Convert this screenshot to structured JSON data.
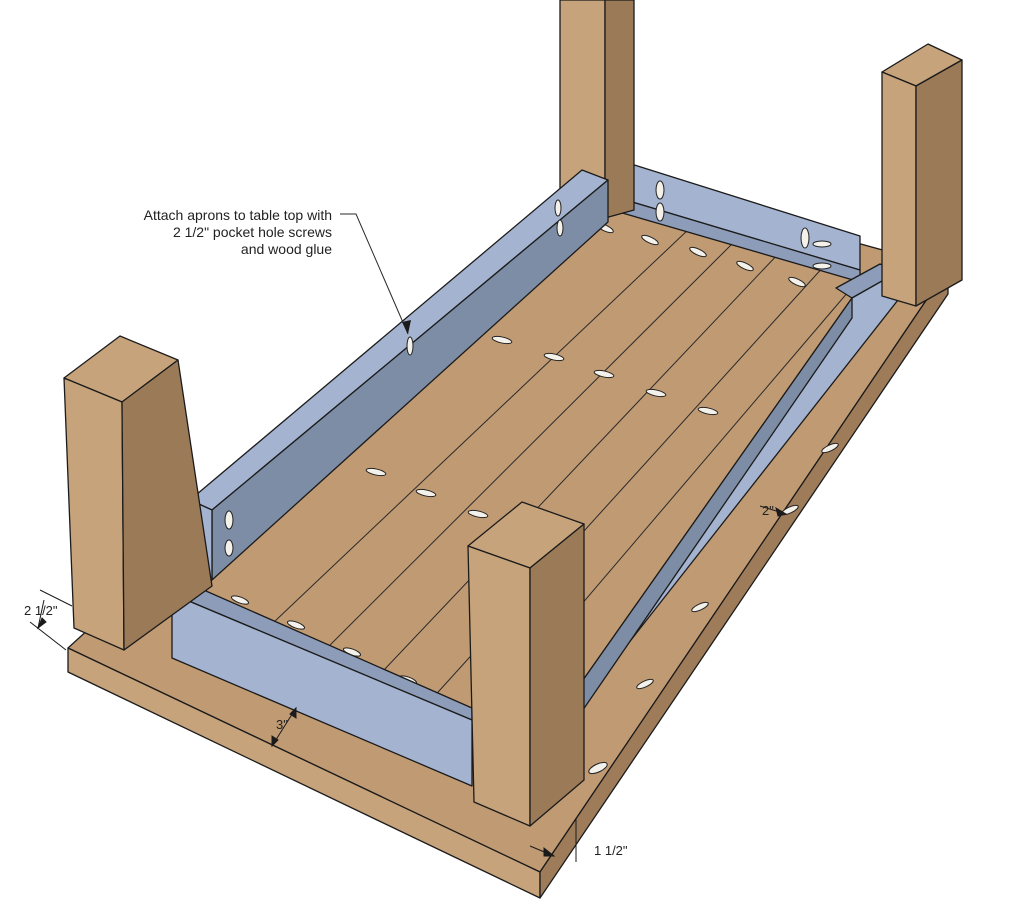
{
  "annotation": {
    "lines": [
      "Attach aprons to table top with",
      "2 1/2\" pocket hole screws",
      "and wood glue"
    ]
  },
  "dimensions": {
    "left_apron_height": "2 1/2\"",
    "end_offset": "3\"",
    "side_offset": "2\"",
    "leg_offset": "1 1/2\""
  },
  "colors": {
    "wood_top": "#c09a72",
    "wood_light": "#c6a37b",
    "wood_dark": "#9b7a58",
    "apron_light": "#a4b3cf",
    "apron_dark": "#7d8da6",
    "ink": "#1b1b1b"
  }
}
